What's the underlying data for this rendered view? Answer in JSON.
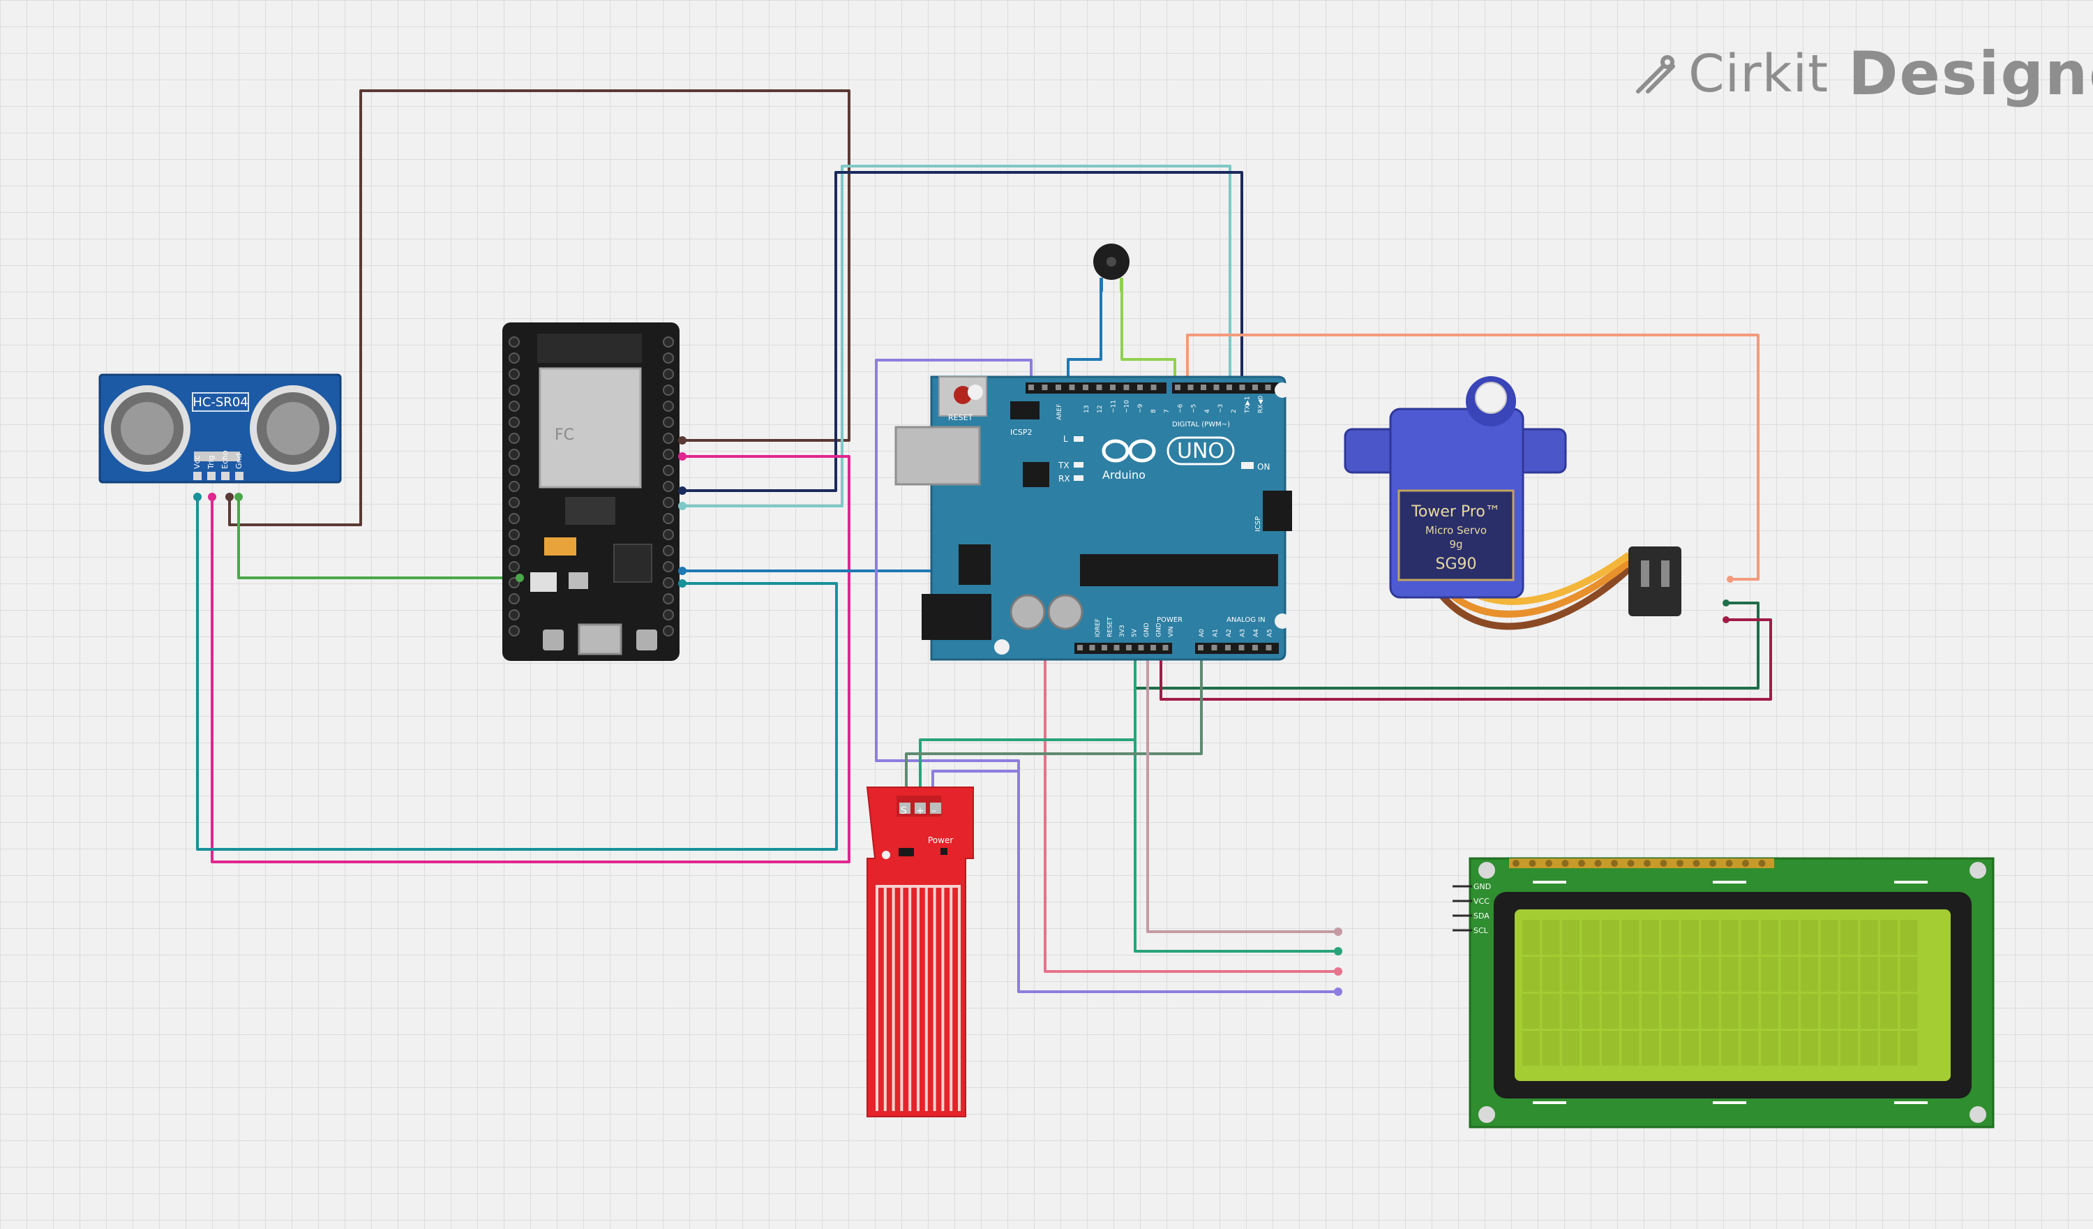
{
  "branding": {
    "brand": "Cirkit",
    "product": "Designer"
  },
  "components": {
    "ultrasonic": {
      "label": "HC-SR04",
      "pins": [
        "Vcc",
        "Trig",
        "Echo",
        "Gnd"
      ]
    },
    "esp32": {
      "chip_text": "FC"
    },
    "arduino": {
      "reset_label": "RESET",
      "icsp2_label": "ICSP2",
      "led_labels": [
        "L",
        "TX",
        "RX"
      ],
      "brand_text": "Arduino",
      "model_text": "UNO",
      "on_label": "ON",
      "digital_label": "DIGITAL (PWM~)",
      "aref_label": "AREF",
      "digital_pins": [
        "13",
        "12",
        "~11",
        "~10",
        "~9",
        "8",
        "7",
        "~6",
        "~5",
        "4",
        "~3",
        "2",
        "TX▶1",
        "RX◀0"
      ],
      "icsp_label": "ICSP",
      "power_label": "POWER",
      "power_pins": [
        "IOREF",
        "RESET",
        "3V3",
        "5V",
        "GND",
        "GND",
        "VIN"
      ],
      "analog_label": "ANALOG IN",
      "analog_pins": [
        "A0",
        "A1",
        "A2",
        "A3",
        "A4",
        "A5"
      ]
    },
    "servo": {
      "brand": "Tower Pro™",
      "subtitle": "Micro Servo",
      "weight": "9g",
      "model": "SG90"
    },
    "water_sensor": {
      "pins": [
        "S",
        "+",
        "–"
      ],
      "power_label": "Power"
    },
    "lcd": {
      "pins": [
        "GND",
        "VCC",
        "SDA",
        "SCL"
      ]
    }
  },
  "colors": {
    "brown": "#5a3a35",
    "navy": "#1b2a5c",
    "light_teal": "#7ec8c8",
    "magenta": "#e0268f",
    "teal": "#17919a",
    "green": "#4aa84a",
    "blue": "#1f78b4",
    "lime": "#8fd14f",
    "salmon": "#f49a7c",
    "purple": "#8e7de0",
    "pink": "#e5738c",
    "dark_green": "#1f6e4a",
    "crimson": "#a01c46",
    "grey_green": "#5f8a72",
    "sea_green": "#29a37a",
    "mauve": "#c49aa4"
  }
}
